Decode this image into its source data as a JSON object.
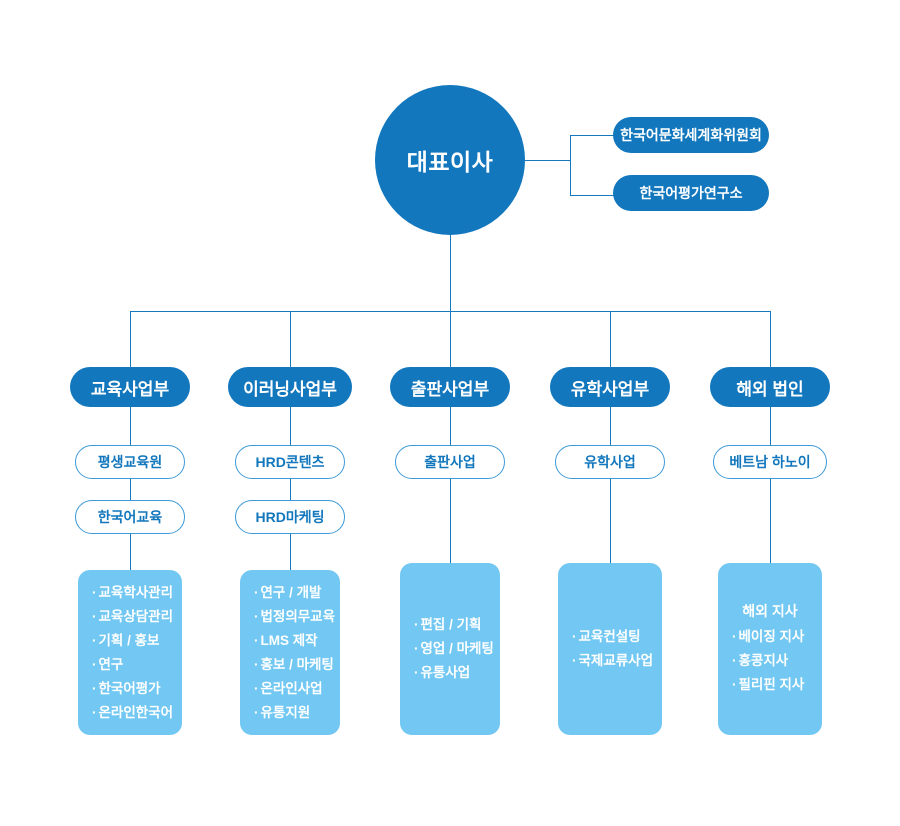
{
  "colors": {
    "primary_blue": "#1277bd",
    "line_blue": "#1479bd",
    "light_blue": "#72c8f2",
    "outline_border": "#3d9ad6",
    "white": "#ffffff"
  },
  "ceo": {
    "label": "대표이사"
  },
  "staff_units": [
    {
      "label": "한국어문화세계화위원회"
    },
    {
      "label": "한국어평가연구소"
    }
  ],
  "divisions": [
    {
      "name": "교육사업부",
      "sub_units": [
        {
          "label": "평생교육원"
        },
        {
          "label": "한국어교육"
        }
      ],
      "detail": {
        "title": "",
        "items": [
          "교육학사관리",
          "교육상담관리",
          "기획 / 홍보",
          "연구",
          "한국어평가",
          "온라인한국어"
        ]
      }
    },
    {
      "name": "이러닝사업부",
      "sub_units": [
        {
          "label": "HRD콘텐츠"
        },
        {
          "label": "HRD마케팅"
        }
      ],
      "detail": {
        "title": "",
        "items": [
          "연구 / 개발",
          "법정의무교육",
          "LMS 제작",
          "홍보 / 마케팅",
          "온라인사업",
          "유통지원"
        ]
      }
    },
    {
      "name": "출판사업부",
      "sub_units": [
        {
          "label": "출판사업"
        }
      ],
      "detail": {
        "title": "",
        "items": [
          "편집 / 기획",
          "영업 / 마케팅",
          "유통사업"
        ]
      }
    },
    {
      "name": "유학사업부",
      "sub_units": [
        {
          "label": "유학사업"
        }
      ],
      "detail": {
        "title": "",
        "items": [
          "교육컨설팅",
          "국제교류사업"
        ]
      }
    },
    {
      "name": "해외 법인",
      "sub_units": [
        {
          "label": "베트남 하노이"
        }
      ],
      "detail": {
        "title": "해외 지사",
        "items": [
          "베이징 지사",
          "홍콩지사",
          "필리핀 지사"
        ]
      }
    }
  ]
}
